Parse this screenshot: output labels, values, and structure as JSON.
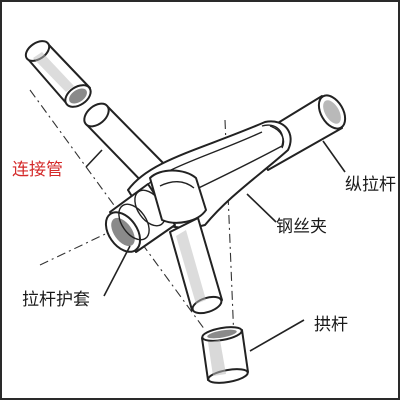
{
  "labels": {
    "connector_pipe": "连接管",
    "longitudinal_bar": "纵拉杆",
    "steel_wire_clamp": "钢丝夹",
    "bar_protective_sleeve": "拉杆护套",
    "arch_bar": "拱杆"
  },
  "colors": {
    "connector_pipe_label": "#d42a2a",
    "default_label": "#1a1a1a",
    "line": "#222222",
    "shade": "#b9b9b9"
  }
}
